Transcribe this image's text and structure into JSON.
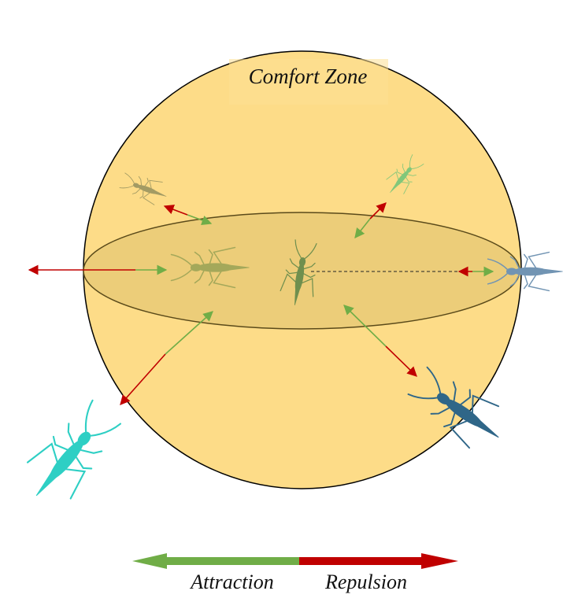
{
  "title": "Comfort Zone",
  "legend": {
    "attraction_label": "Attraction",
    "repulsion_label": "Repulsion"
  },
  "colors": {
    "sphere_fill": "#fddc88",
    "ellipse_fill": "#eccd79",
    "attraction": "#70ad47",
    "repulsion": "#c00000",
    "center_insect": "#6f8f4e",
    "left_insect": "#a4a85a",
    "top_left_insect": "#a39b64",
    "top_right_insect": "#82c77a",
    "right_insect": "#7194b3",
    "bottom_right_insect": "#2f6688",
    "bottom_left_insect": "#2ecfc4"
  }
}
